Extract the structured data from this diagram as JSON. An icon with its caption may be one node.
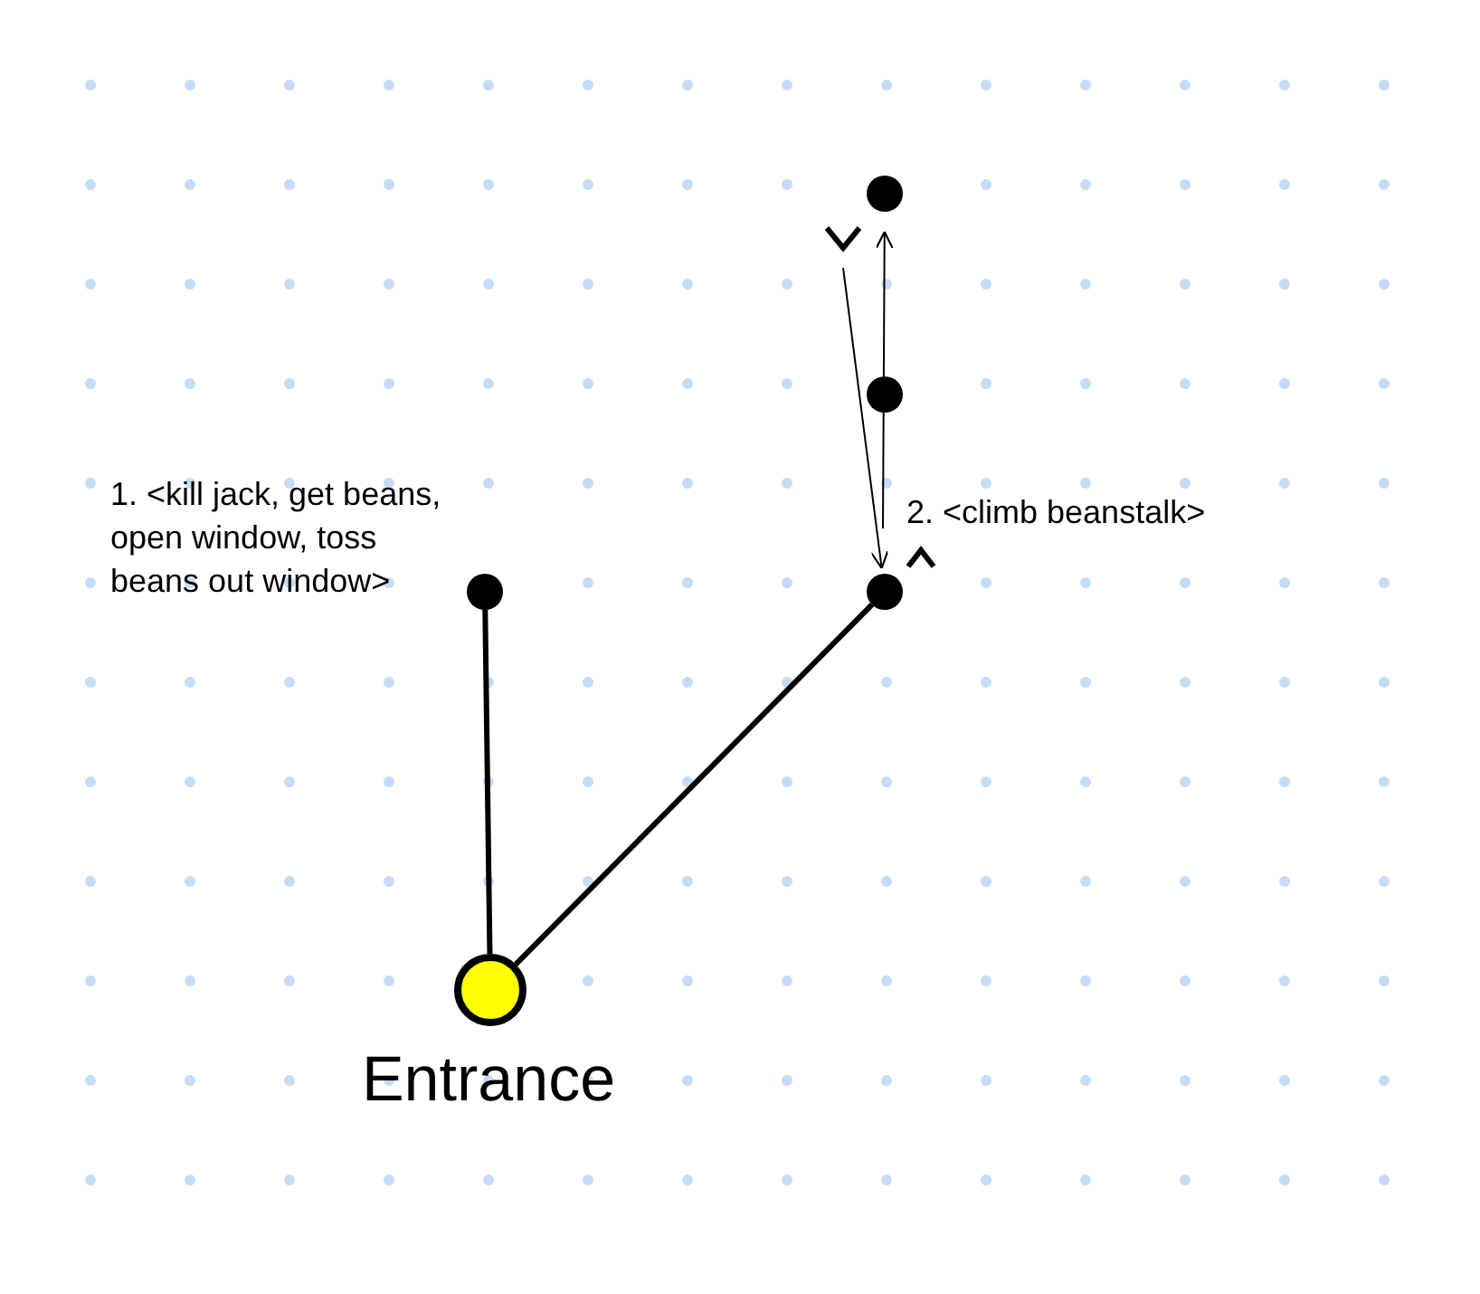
{
  "diagram": {
    "nodes": [
      {
        "text": [],
        "shape": "circle",
        "beside": [
          "Entrance"
        ]
      },
      {
        "text": [],
        "shape": "circle",
        "beside": [
          "1. <kill jack, get beans, open window, toss beans out window>"
        ]
      },
      {
        "text": [],
        "shape": "circle",
        "beside": [
          "2. <climb beanstalk>"
        ]
      },
      {
        "text": [],
        "shape": "circle"
      },
      {
        "text": [],
        "shape": "circle"
      }
    ],
    "edges": [
      {
        "from": 0,
        "to": 1,
        "arrow": "none",
        "style": "thick"
      },
      {
        "from": 0,
        "to": 2,
        "arrow": "none",
        "style": "thick"
      },
      {
        "from": null,
        "to": 3,
        "arrow": "to"
      },
      {
        "from": null,
        "to": 2,
        "arrow": "to"
      }
    ]
  }
}
